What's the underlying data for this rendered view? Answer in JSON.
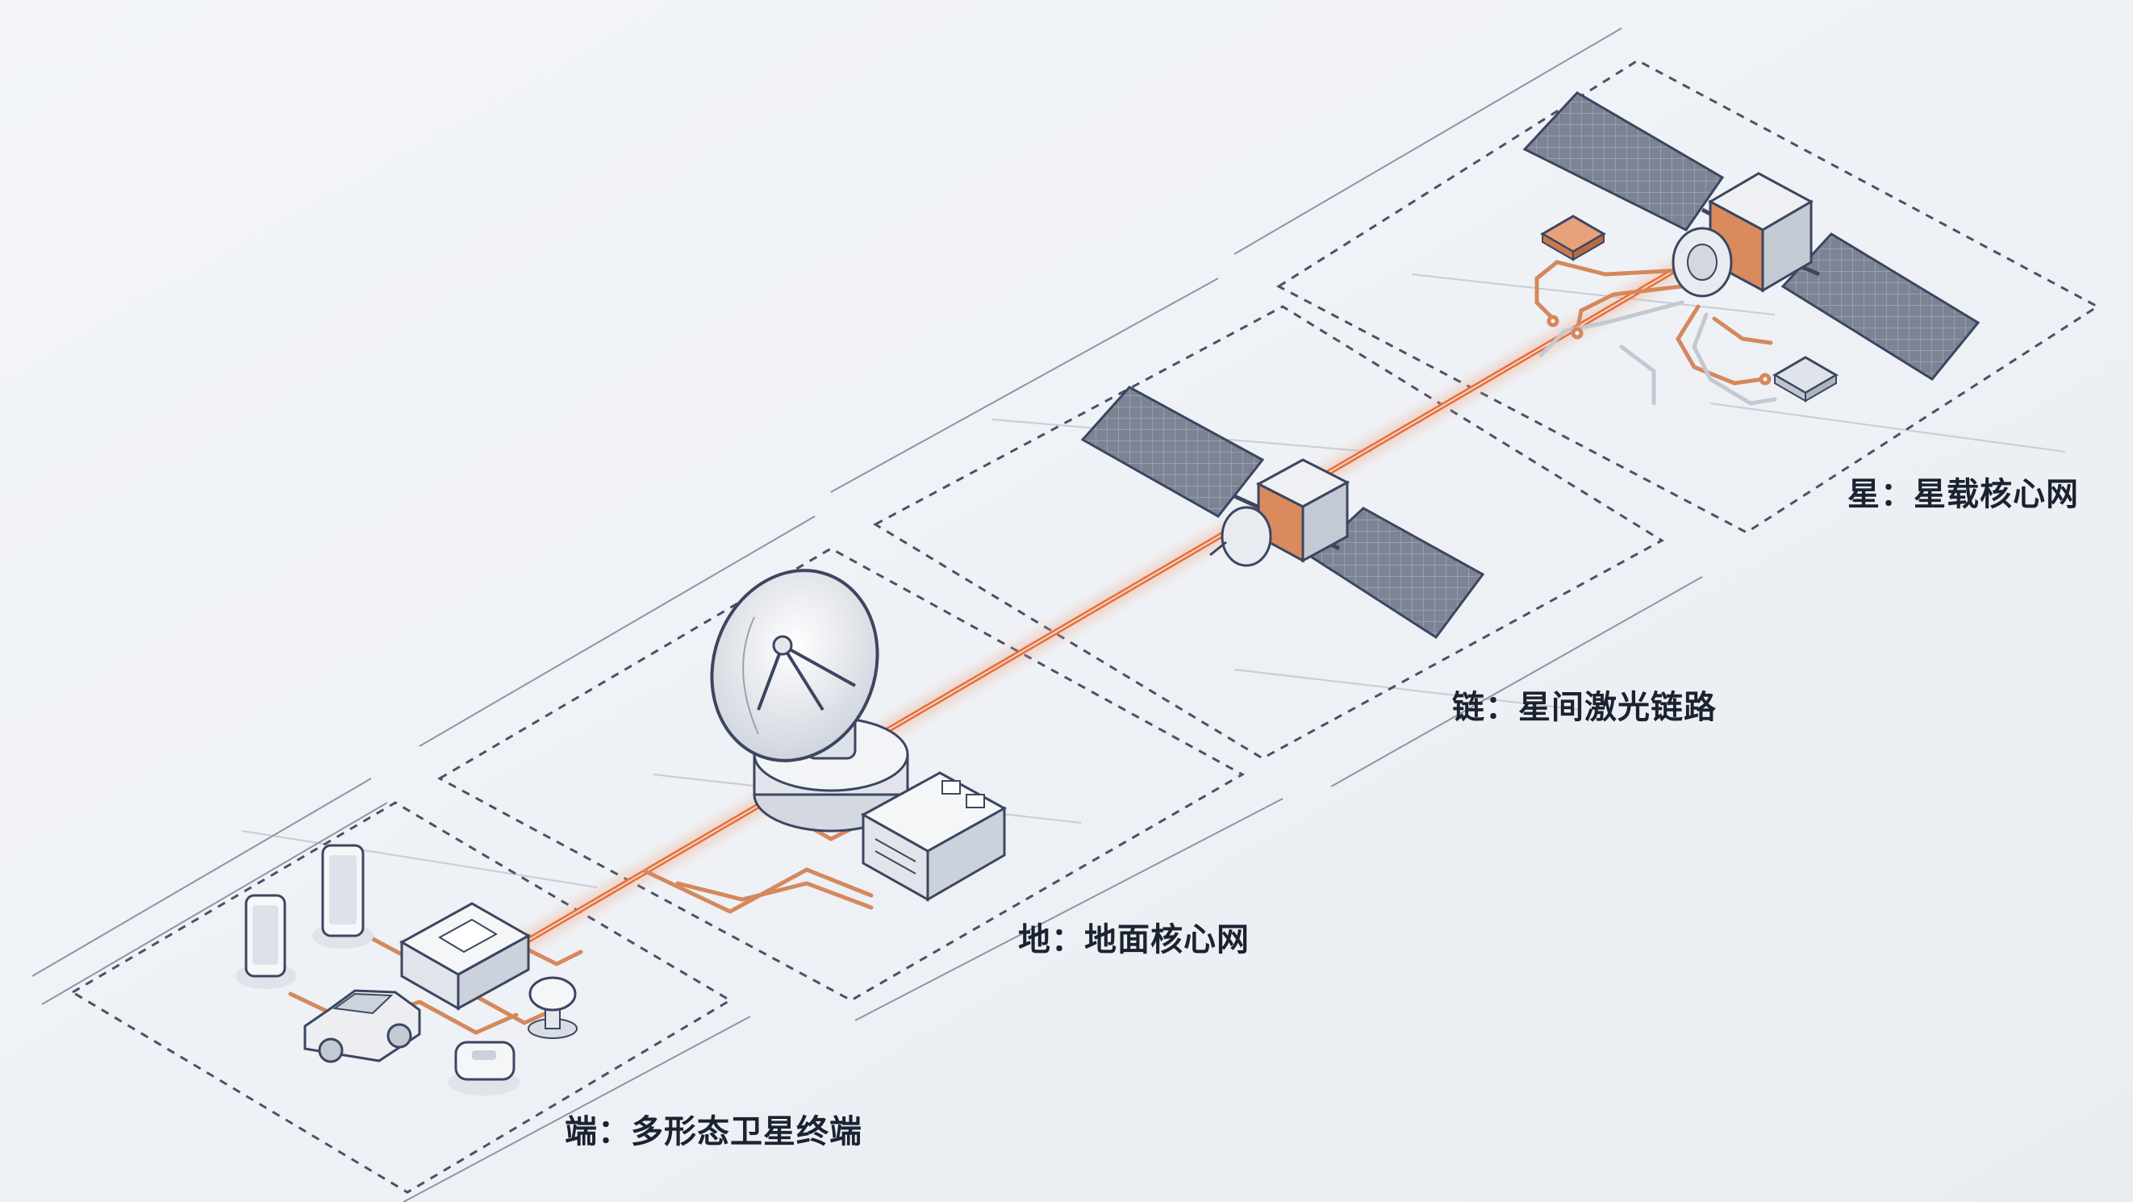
{
  "labels": {
    "terminal": "端：多形态卫星终端",
    "ground": "地：地面核心网",
    "link": "链：星间激光链路",
    "satellite": "星：星载核心网"
  },
  "colors": {
    "background": "#eef1f5",
    "laser": "#e2703f",
    "copper": "#d5885c",
    "outline": "#3c4660",
    "panel": "#6f7787",
    "dashed": "#4a5168"
  }
}
